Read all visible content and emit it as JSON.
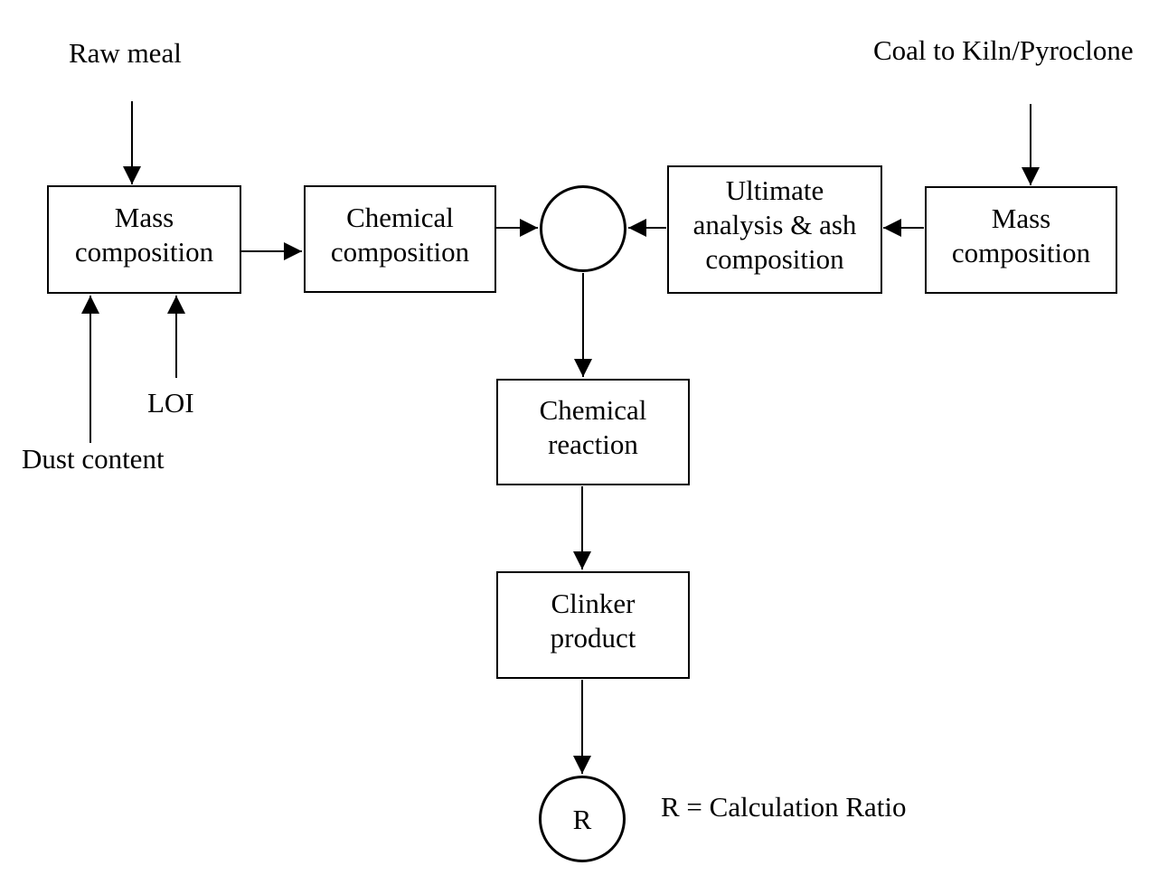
{
  "colors": {
    "line": "#000000",
    "text": "#000000",
    "background": "#ffffff"
  },
  "inputs": {
    "raw_meal": "Raw meal",
    "coal_to_kiln": "Coal to Kiln/Pyroclone",
    "dust_content": "Dust content",
    "loi": "LOI"
  },
  "nodes": {
    "mass_composition_left": "Mass\ncomposition",
    "chemical_composition": "Chemical\ncomposition",
    "ultimate_analysis": "Ultimate\nanalysis & ash\ncomposition",
    "mass_composition_right": "Mass\ncomposition",
    "chemical_reaction": "Chemical\nreaction",
    "clinker_product": "Clinker\nproduct",
    "ratio_symbol": "R"
  },
  "legend": {
    "ratio_definition": "R = Calculation Ratio"
  }
}
